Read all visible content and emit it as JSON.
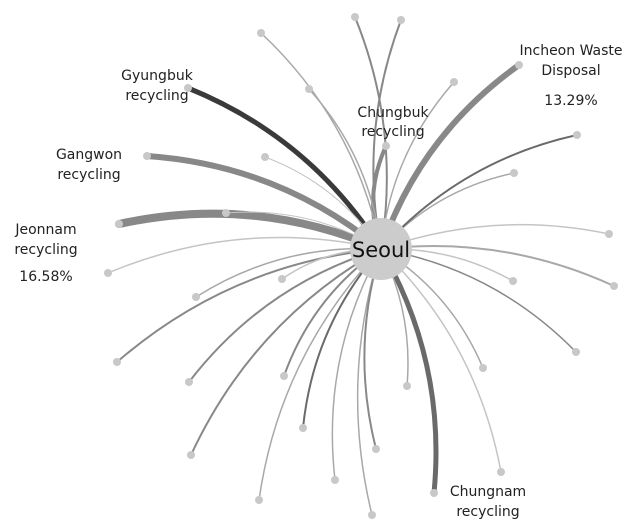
{
  "hub": {
    "label": "Seoul",
    "fill": "#cccccc"
  },
  "colors": {
    "node": "#c8c8c8",
    "link_shades": [
      "#c4c4c4",
      "#a8a8a8",
      "#888888",
      "#6a6a6a",
      "#3a3a3a"
    ]
  },
  "labeled_destinations": {
    "incheon": {
      "label_lines": [
        "Incheon Waste",
        "Disposal"
      ],
      "share": "13.29%"
    },
    "gyungbuk": {
      "label_lines": [
        "Gyungbuk",
        "recycling"
      ]
    },
    "chungbuk": {
      "label_lines": [
        "Chungbuk",
        "recycling"
      ]
    },
    "gangwon": {
      "label_lines": [
        "Gangwon",
        "recycling"
      ]
    },
    "jeonnam": {
      "label_lines": [
        "Jeonnam",
        "recycling"
      ],
      "share": "16.58%"
    },
    "chungnam": {
      "label_lines": [
        "Chungnam",
        "recycling"
      ]
    }
  }
}
